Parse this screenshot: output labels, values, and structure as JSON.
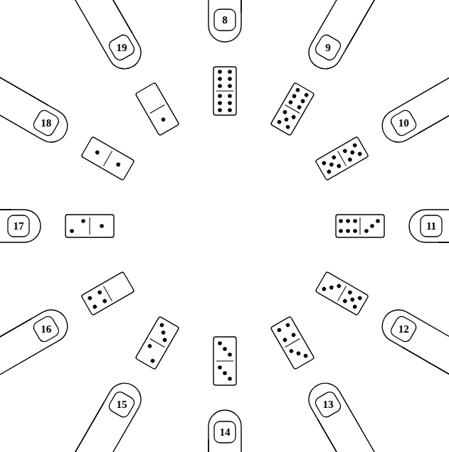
{
  "diagram": {
    "labels": [
      "8",
      "9",
      "10",
      "11",
      "12",
      "13",
      "14",
      "15",
      "16",
      "17",
      "18",
      "19"
    ]
  }
}
